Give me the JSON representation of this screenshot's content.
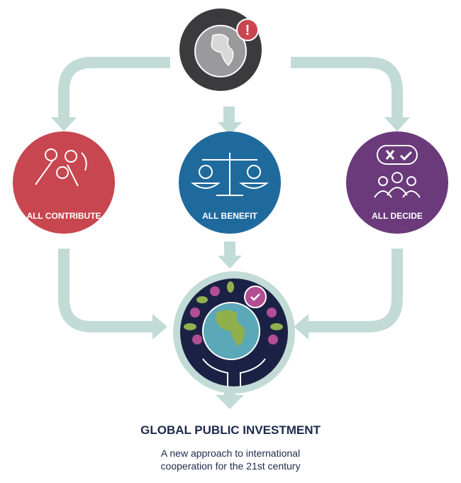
{
  "nodes": {
    "contribute": {
      "label": "ALL CONTRIBUTE",
      "color": "#c8464f"
    },
    "benefit": {
      "label": "ALL BENEFIT",
      "color": "#1f6a9d"
    },
    "decide": {
      "label": "ALL DECIDE",
      "color": "#6a3a7b"
    },
    "problem": {
      "color": "#3b3b3d",
      "badge": "!"
    },
    "result": {
      "color": "#1b2144"
    }
  },
  "arrow_color": "#c2dbd7",
  "footer": {
    "title": "GLOBAL PUBLIC INVESTMENT",
    "line1": "A new approach to international",
    "line2": "cooperation for the 21st century"
  }
}
